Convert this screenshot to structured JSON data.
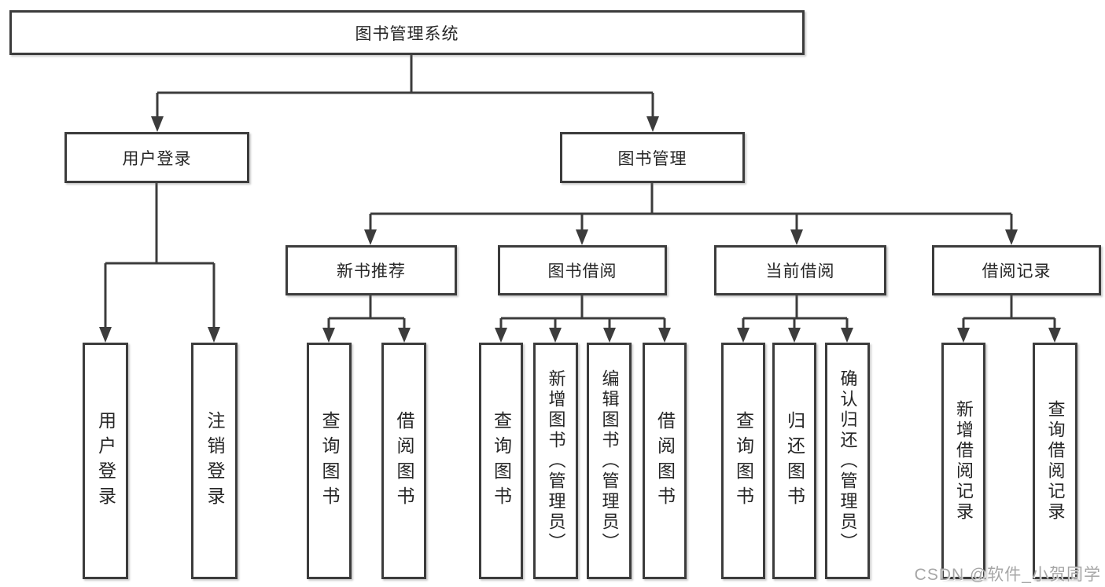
{
  "diagram": {
    "root": "图书管理系统",
    "level2": [
      "用户登录",
      "图书管理"
    ],
    "level3": [
      "新书推荐",
      "图书借阅",
      "当前借阅",
      "借阅记录"
    ],
    "leaves": {
      "user_login": [
        "用户登录",
        "注销登录"
      ],
      "new_book": [
        "查询图书",
        "借阅图书"
      ],
      "book_borrow": [
        "查询图书",
        "新增图书（管理员）",
        "编辑图书（管理员）",
        "借阅图书"
      ],
      "current_borrow": [
        "查询图书",
        "归还图书",
        "确认归还（管理员）"
      ],
      "borrow_record": [
        "新增借阅记录",
        "查询借阅记录"
      ]
    },
    "colors": {
      "line": "#3c3c3c",
      "text": "#262626",
      "box_background": "#ffffff",
      "watermark": "#a6a6a6"
    }
  },
  "watermark": "CSDN @软件_小贺同学"
}
